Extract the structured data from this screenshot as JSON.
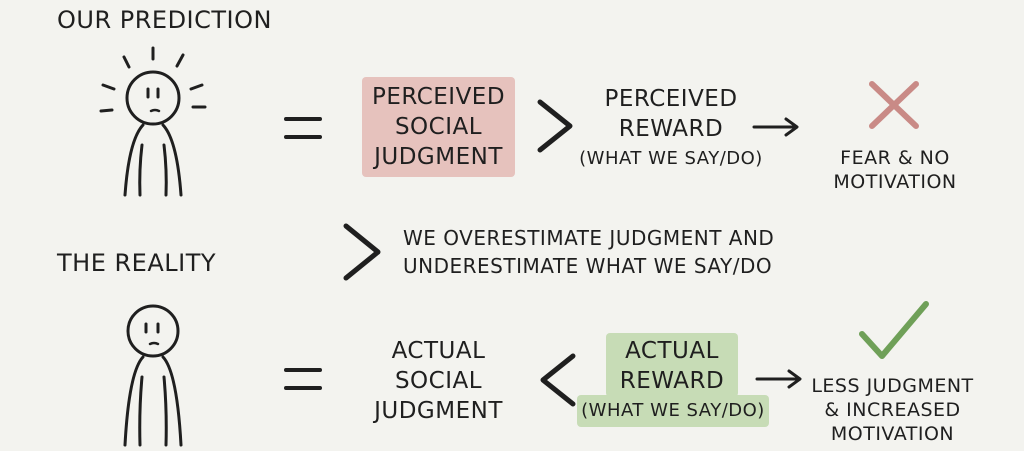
{
  "top": {
    "label": "OUR PREDICTION",
    "left_term": [
      "PERCEIVED",
      "SOCIAL",
      "JUDGMENT"
    ],
    "right_term": [
      "PERCEIVED",
      "REWARD"
    ],
    "right_sub": "(WHAT WE SAY/DO)",
    "outcome": [
      "FEAR & NO",
      "MOTIVATION"
    ],
    "outcome_icon": "cross-icon"
  },
  "middle": {
    "label": "THE REALITY",
    "note": [
      "WE OVERESTIMATE JUDGMENT AND",
      "UNDERESTIMATE WHAT WE SAY/DO"
    ]
  },
  "bottom": {
    "left_term": [
      "ACTUAL",
      "SOCIAL",
      "JUDGMENT"
    ],
    "right_term": [
      "ACTUAL",
      "REWARD"
    ],
    "right_sub": "(WHAT WE SAY/DO)",
    "outcome": [
      "LESS JUDGMENT",
      "& INCREASED",
      "MOTIVATION"
    ],
    "outcome_icon": "check-icon"
  },
  "colors": {
    "perceived_judgment_box": "#e6c2bd",
    "actual_reward_box": "#c7dcb6",
    "cross": "#c98a86",
    "check": "#6fa058"
  }
}
